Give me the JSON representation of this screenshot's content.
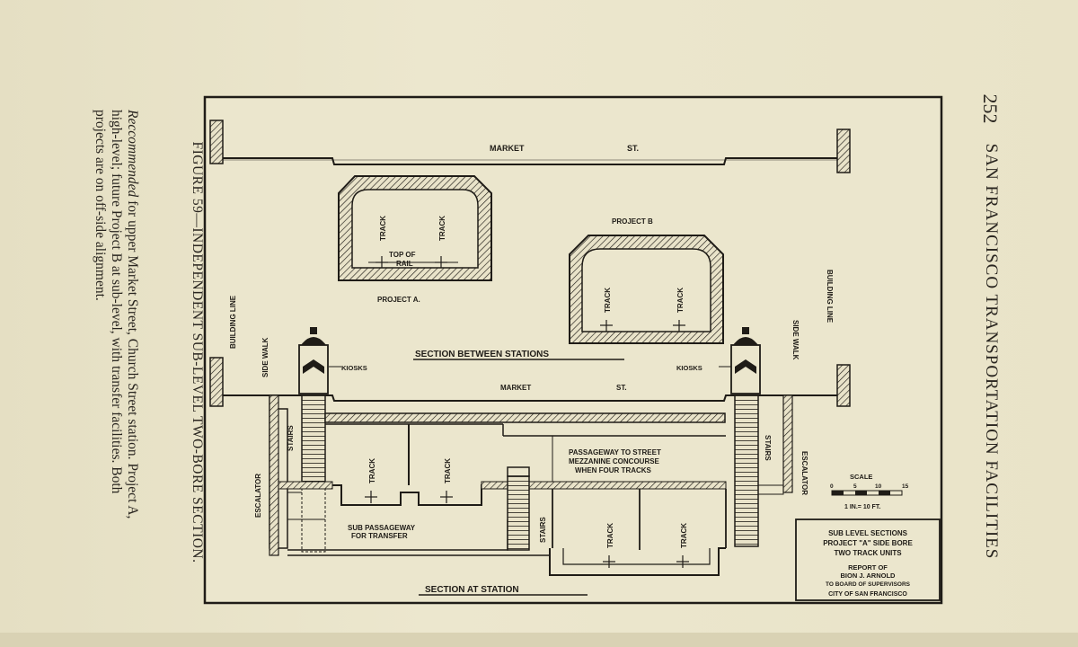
{
  "page": {
    "number": "252",
    "running_head": "SAN FRANCISCO TRANSPORTATION FACILITIES"
  },
  "caption": {
    "title": "FIGURE 59—INDEPENDENT SUB-LEVEL TWO-BORE SECTION.",
    "line1_italic": "Reccommended",
    "line1_rest": " for upper Market Street, Church Street station.  Project A,",
    "line2": "high-level; future Project B at sub-level, with transfer facilities.  Both",
    "line3": "projects are on off-side alignment."
  },
  "drawing": {
    "market_st_top": [
      "MARKET",
      "ST."
    ],
    "market_st_mid": [
      "MARKET",
      "ST."
    ],
    "project_a": "PROJECT A.",
    "project_b": "PROJECT B",
    "track": "TRACK",
    "top_of_rail_1": "TOP OF",
    "top_of_rail_2": "RAIL",
    "building_line": "BUILDING LINE",
    "side_walk": "SIDE WALK",
    "kiosks": "KIOSKS",
    "section_between": "SECTION BETWEEN STATIONS",
    "section_at": "SECTION AT STATION",
    "stairs": "STAIRS",
    "escalator": "ESCALATOR",
    "sub_passage_1": "SUB PASSAGEWAY",
    "sub_passage_2": "FOR TRANSFER",
    "passageway_1": "PASSAGEWAY TO STREET",
    "passageway_2": "MEZZANINE CONCOURSE",
    "passageway_3": "WHEN FOUR TRACKS",
    "scale_label": "SCALE",
    "scale_ticks": [
      "0",
      "5",
      "10",
      "15"
    ],
    "scale_ratio": "1 IN.= 10 FT.",
    "title_block": [
      "SUB LEVEL SECTIONS",
      "PROJECT \"A\" SIDE BORE",
      "TWO TRACK UNITS",
      "REPORT      OF",
      "BION J. ARNOLD",
      "TO BOARD OF SUPERVISORS",
      "CITY OF SAN FRANCISCO"
    ]
  },
  "colors": {
    "paper": "#e9e3c9",
    "ink": "#1f1c17"
  }
}
